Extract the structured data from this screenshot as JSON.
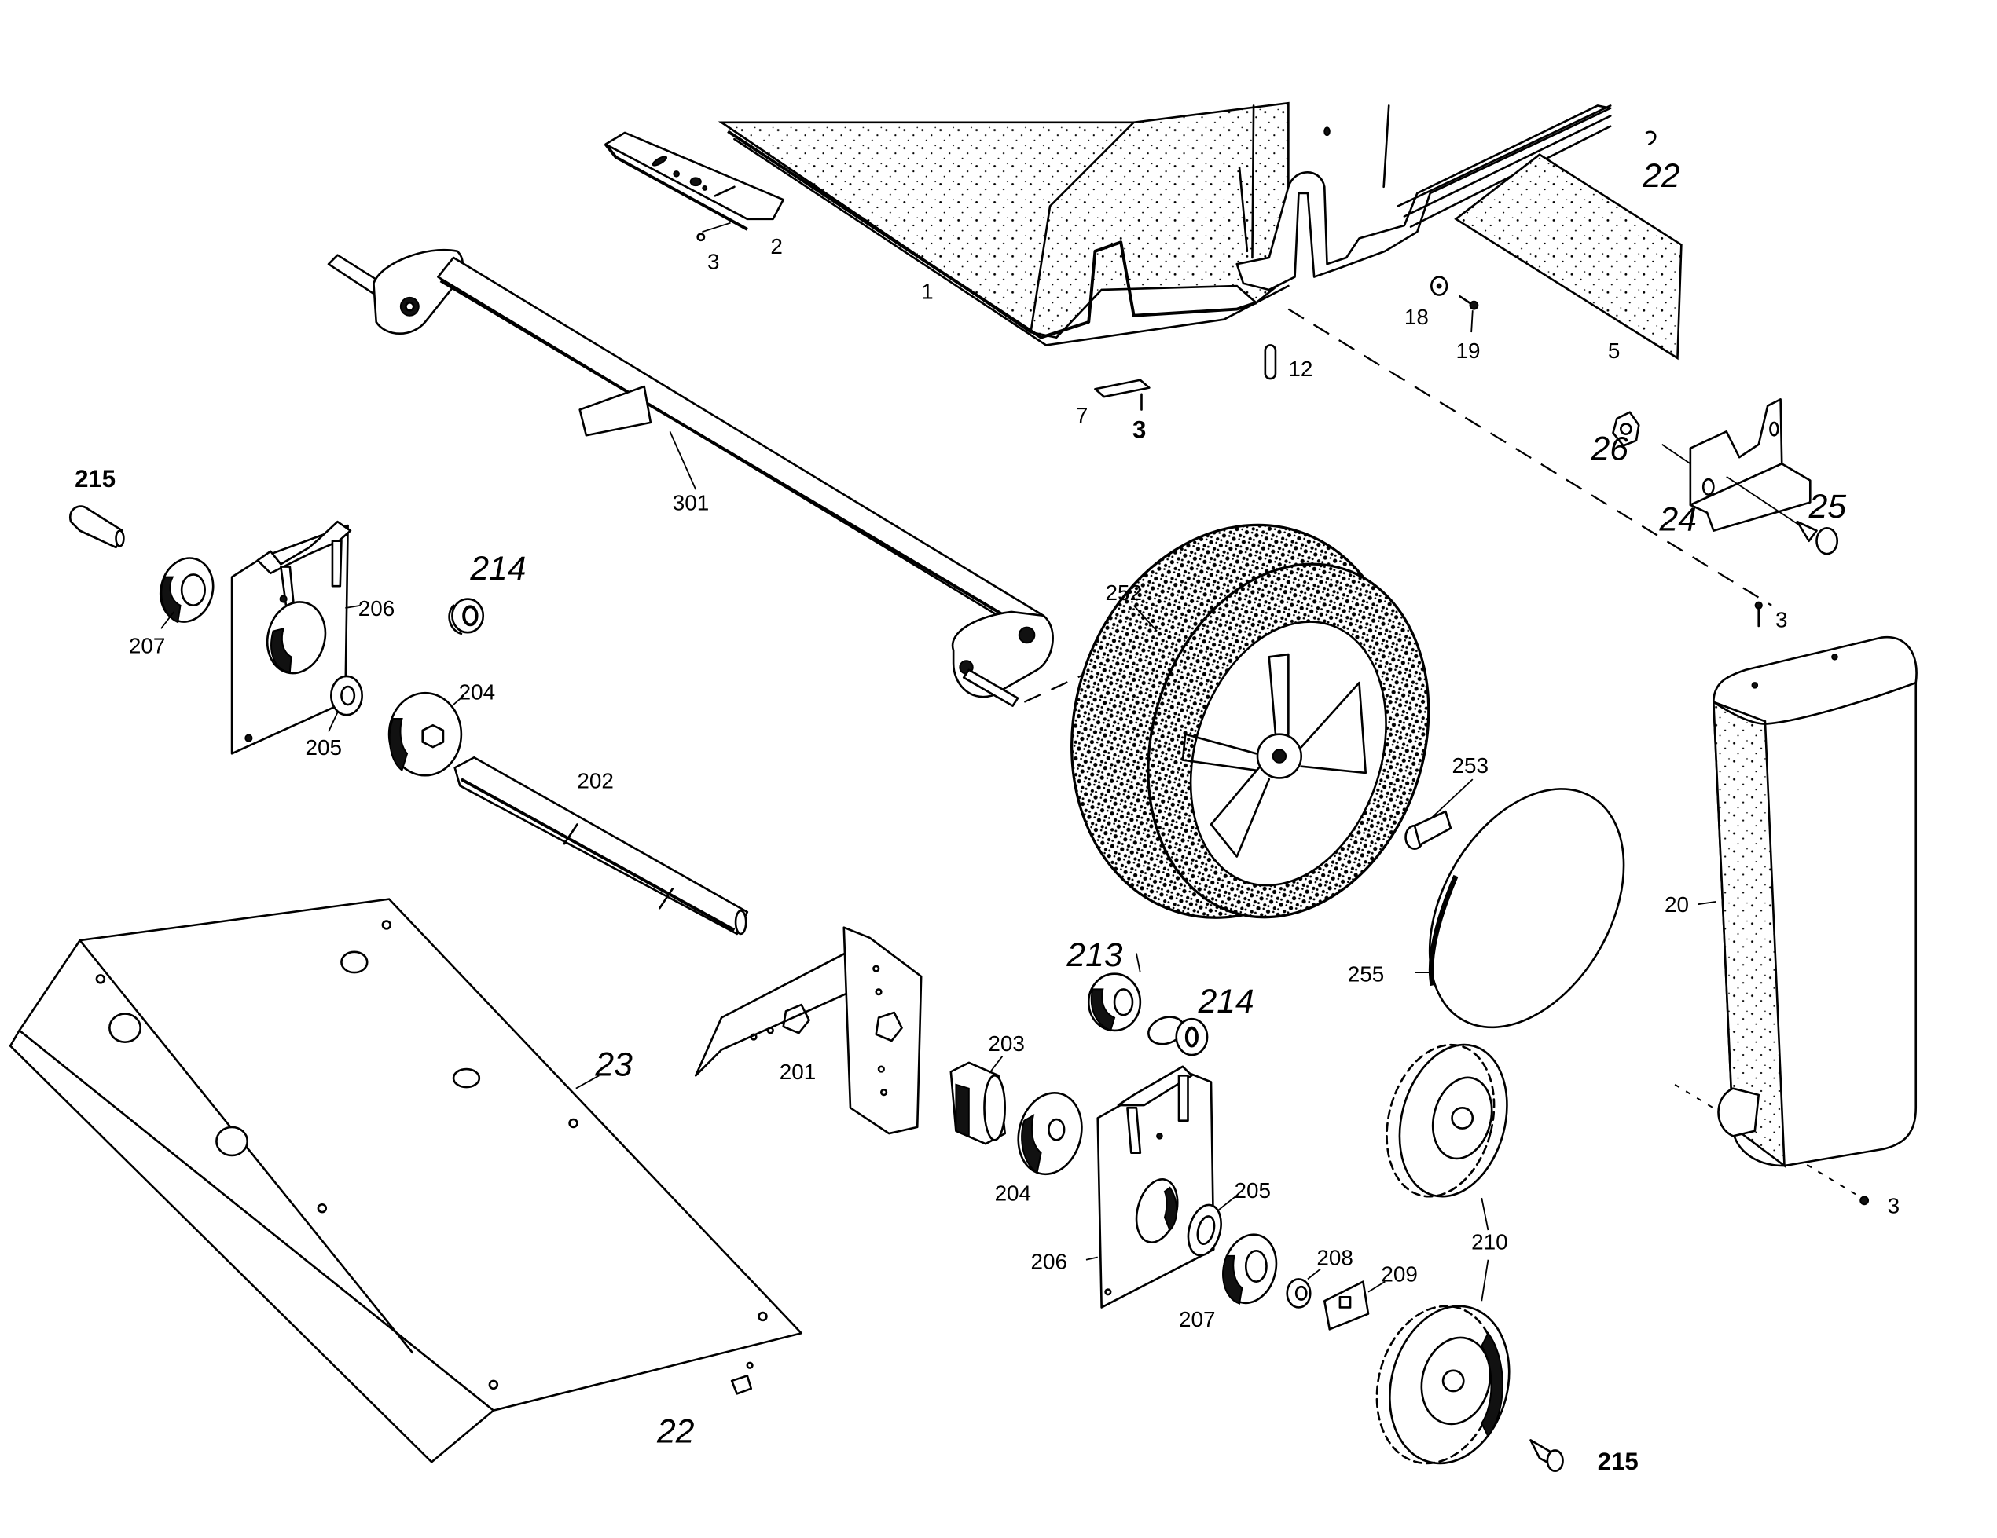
{
  "diagram": {
    "type": "exploded-parts-diagram",
    "subject": "wheel and axle assembly",
    "colors": {
      "ink": "#000000",
      "paper": "#ffffff"
    },
    "callouts": {
      "p1": "1",
      "p2": "2",
      "p3_top": "3",
      "p3_mid": "3",
      "p3_cover_top": "3",
      "p3_cover_bottom": "3",
      "p5": "5",
      "p7": "7",
      "p12": "12",
      "p18": "18",
      "p19": "19",
      "p20": "20",
      "p22_top": "22",
      "p22_bottom": "22",
      "p23": "23",
      "p24": "24",
      "p25": "25",
      "p26": "26",
      "p201": "201",
      "p202": "202",
      "p203": "203",
      "p204_left": "204",
      "p204_right": "204",
      "p205_left": "205",
      "p205_right": "205",
      "p206_left": "206",
      "p206_right": "206",
      "p207_left": "207",
      "p207_right": "207",
      "p208": "208",
      "p209": "209",
      "p210": "210",
      "p213": "213",
      "p214_left": "214",
      "p214_right": "214",
      "p215_left": "215",
      "p215_right": "215",
      "p252": "252",
      "p253": "253",
      "p255": "255",
      "p301": "301"
    }
  }
}
